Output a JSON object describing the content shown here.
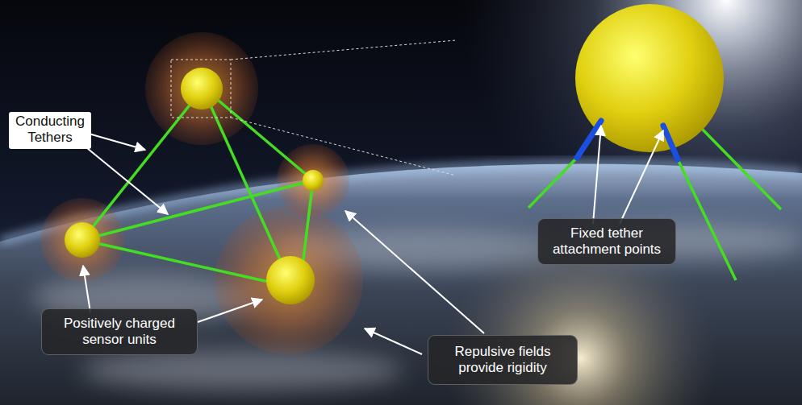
{
  "diagram": {
    "nodes": [
      {
        "text": [
          "Conducting Tethers"
        ]
      },
      {
        "text": [
          "Fixed tether attachment points"
        ]
      },
      {
        "text": [
          "Positively charged sensor units"
        ]
      },
      {
        "text": [
          "Repulsive fields provide rigidity"
        ]
      }
    ]
  }
}
